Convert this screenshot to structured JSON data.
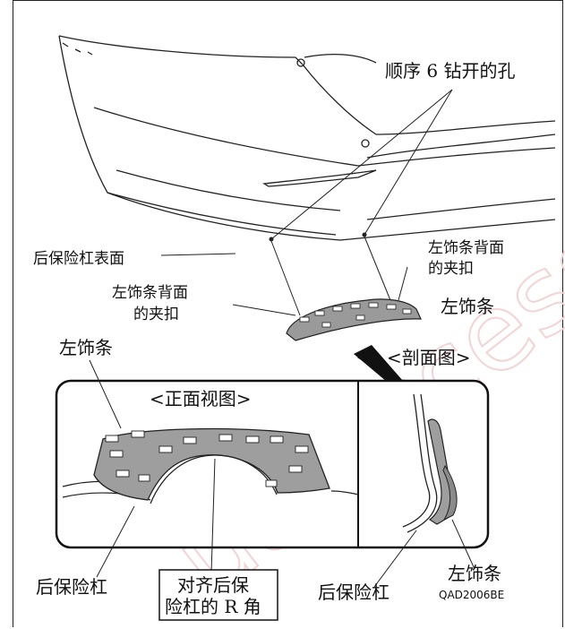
{
  "labels": {
    "holes_drilled": "顺序 6 钻开的孔",
    "bumper_surface": "后保险杠表面",
    "clip_back_right_l1": "左饰条背面",
    "clip_back_right_l2": "的夹扣",
    "clip_back_left_l1": "左饰条背面",
    "clip_back_left_l2": "的夹扣",
    "trim_top": "左饰条",
    "section_view": "<剖面图>",
    "trim_left": "左饰条",
    "front_view": "<正面视图>",
    "bumper_bottom_left": "后保险杠",
    "align_l1": "对齐后保",
    "align_l2": "险杠的 R 角",
    "bumper_bottom_mid": "后保险杠",
    "trim_bottom_right": "左饰条",
    "code": "QAD2006BE"
  },
  "watermark": "ualAccess"
}
